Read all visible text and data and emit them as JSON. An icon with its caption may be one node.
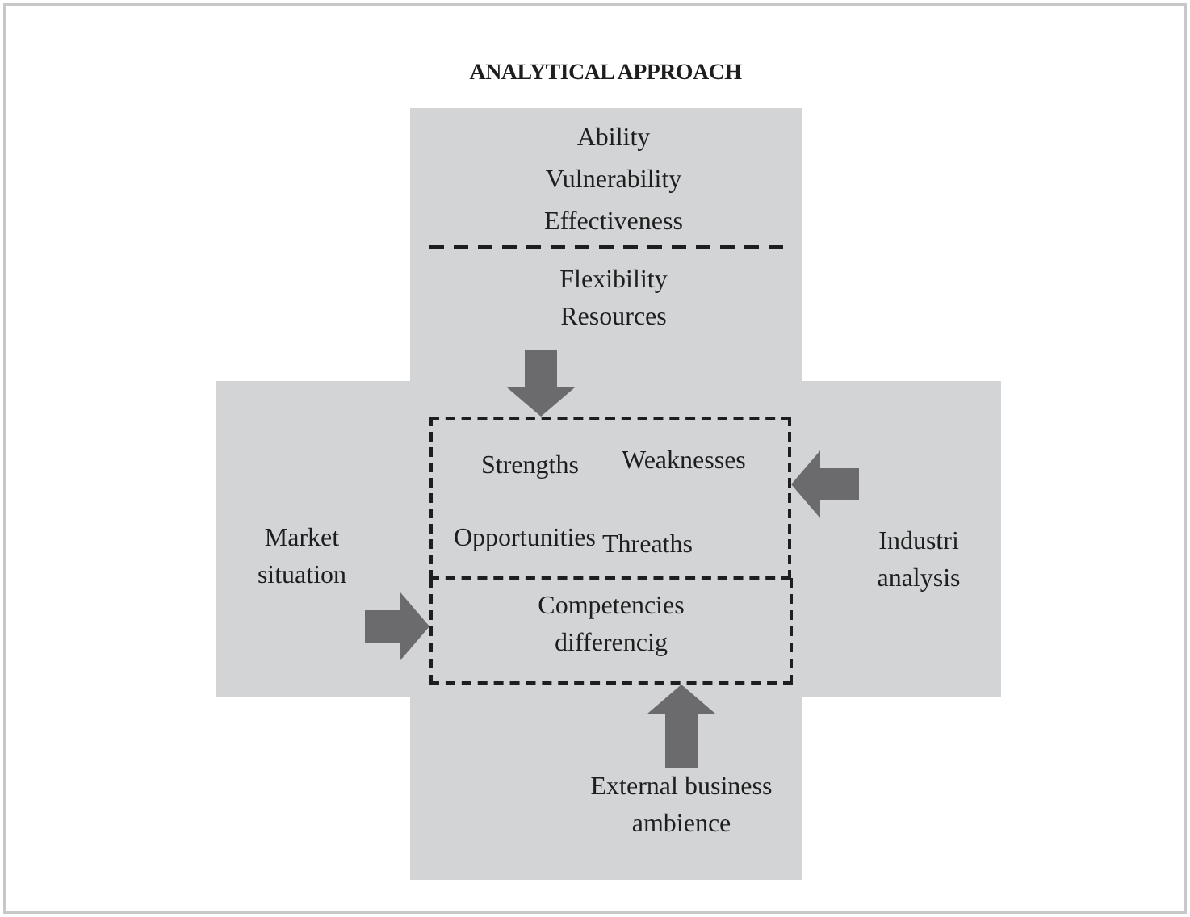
{
  "diagram": {
    "title": "ANALYTICAL APPROACH",
    "nodes": [
      {
        "text": [
          "Ability",
          "Vulnerability",
          "Effectiveness"
        ]
      },
      {
        "text": [
          "Flexibility Resources"
        ]
      },
      {
        "text": [
          "Strengths",
          "Weaknesses",
          "Opportunities",
          "Threaths"
        ]
      },
      {
        "text": [
          "Competencies differencig"
        ]
      },
      {
        "text": [
          "Market situation"
        ]
      },
      {
        "text": [
          "Industri analysis"
        ]
      },
      {
        "text": [
          "External business ambience"
        ]
      }
    ],
    "edges": [
      {
        "from": 1,
        "to": 2,
        "arrow": "to"
      },
      {
        "from": 4,
        "to": 3,
        "arrow": "to"
      },
      {
        "from": 5,
        "to": 2,
        "arrow": "to"
      },
      {
        "from": 6,
        "to": 3,
        "arrow": "to"
      }
    ]
  }
}
